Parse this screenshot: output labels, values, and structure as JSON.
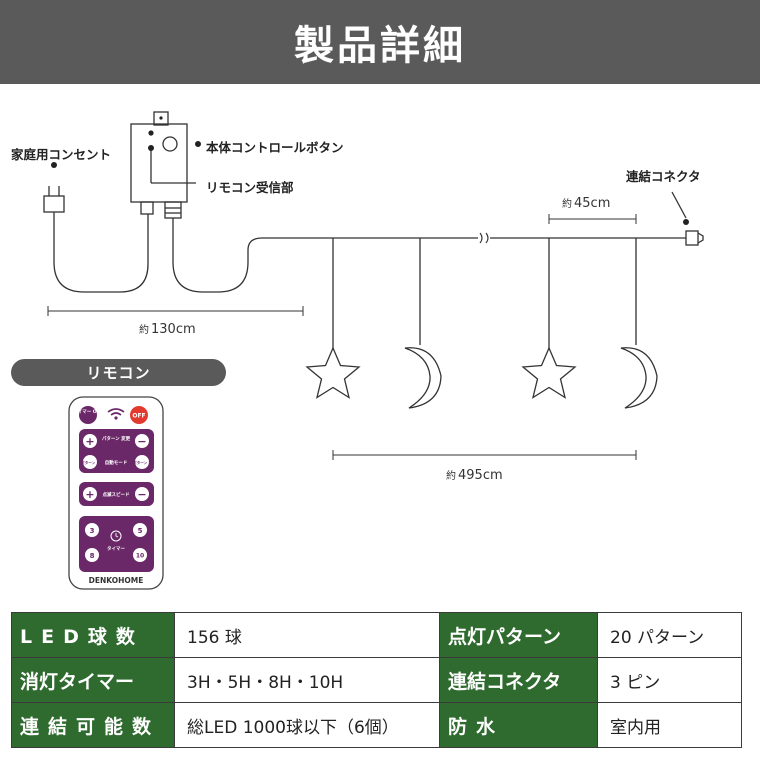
{
  "header": {
    "title": "製品詳細"
  },
  "diagram": {
    "labels": {
      "outlet": "家庭用コンセント",
      "control_button": "本体コントロールボタン",
      "remote_receiver": "リモコン受信部",
      "connector": "連結コネクタ"
    },
    "dimensions": {
      "yaku": "約",
      "cable_length": "130cm",
      "drop_spacing": "45cm",
      "total_length": "495cm"
    }
  },
  "remote": {
    "section_label": "リモコン",
    "buttons": {
      "timer_off": "タイマー OFF",
      "off": "OFF",
      "pattern_change": "パターン 変更",
      "pattern_1": "パターン 1",
      "auto_mode": "自動モード",
      "pattern_2": "パターン 2",
      "flash_speed": "点滅スピード",
      "timer_3": "3",
      "timer_5": "5",
      "timer_8": "8",
      "timer_10": "10",
      "timer_label": "タイマー",
      "plus": "+",
      "minus": "−"
    },
    "brand": "DENKOHOME"
  },
  "specs": [
    {
      "h1": "LED球数",
      "v1": "156 球",
      "h2": "点灯パターン",
      "v2": "20 パターン"
    },
    {
      "h1": "消灯タイマー",
      "v1": "3H・5H・8H・10H",
      "h2": "連結コネクタ",
      "v2": "3 ピン"
    },
    {
      "h1": "連結可能数",
      "v1": "総LED 1000球以下（6個）",
      "h2": "防水",
      "v2": "室内用"
    }
  ],
  "colors": {
    "header_bg": "#5a5a5a",
    "spec_header_bg": "#2f6b2f",
    "remote_purple": "#6b2868",
    "off_red": "#e23a2e"
  }
}
